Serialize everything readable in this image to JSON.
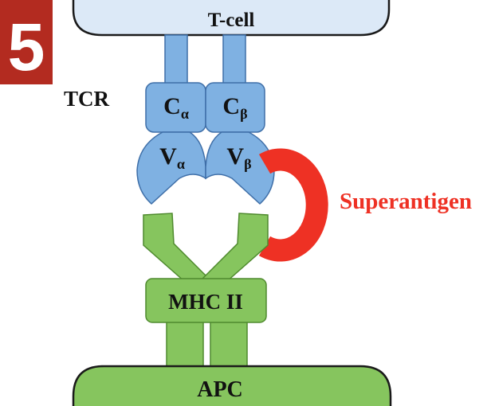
{
  "badge": {
    "number": "5",
    "color": "#b32b20"
  },
  "labels": {
    "t_cell": "T-cell",
    "tcr": "TCR",
    "c_alpha_main": "C",
    "c_alpha_sub": "α",
    "c_beta_main": "C",
    "c_beta_sub": "β",
    "v_alpha_main": "V",
    "v_alpha_sub": "α",
    "v_beta_main": "V",
    "v_beta_sub": "β",
    "mhc": "MHC II",
    "apc": "APC",
    "superantigen": "Superantigen"
  },
  "colors": {
    "tcell_fill": "#dce9f7",
    "receptor_fill": "#7fb1e2",
    "receptor_stroke": "#3f6fa8",
    "mhc_fill": "#86c55e",
    "mhc_stroke": "#4f8a2e",
    "superantigen": "#ee3124",
    "text": "#111111"
  }
}
